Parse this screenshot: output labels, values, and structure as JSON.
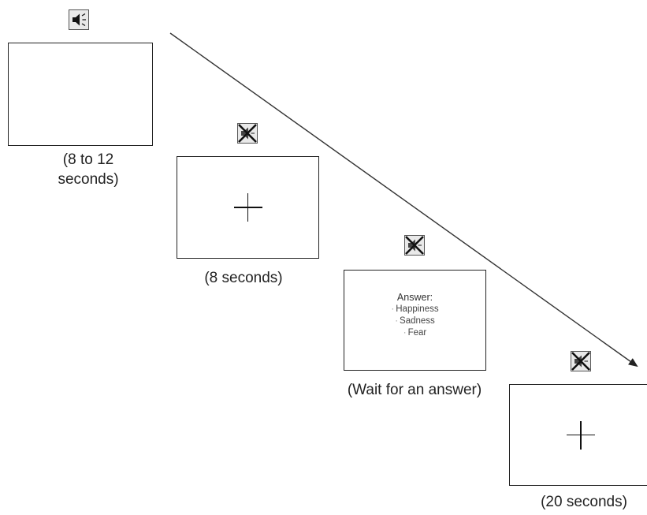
{
  "steps": [
    {
      "caption_lines": [
        "(8 to 12",
        "seconds)"
      ],
      "sound": "on",
      "icon": "speaker-icon"
    },
    {
      "caption": "(8 seconds)",
      "sound": "off",
      "icon": "speaker-muted-icon"
    },
    {
      "caption": "(Wait for an answer)",
      "sound": "off",
      "icon": "speaker-muted-icon",
      "answer": {
        "title": "Answer:",
        "options": [
          "Happiness",
          "Sadness",
          "Fear"
        ]
      }
    },
    {
      "caption": "(20 seconds)",
      "sound": "off",
      "icon": "speaker-muted-icon"
    }
  ]
}
